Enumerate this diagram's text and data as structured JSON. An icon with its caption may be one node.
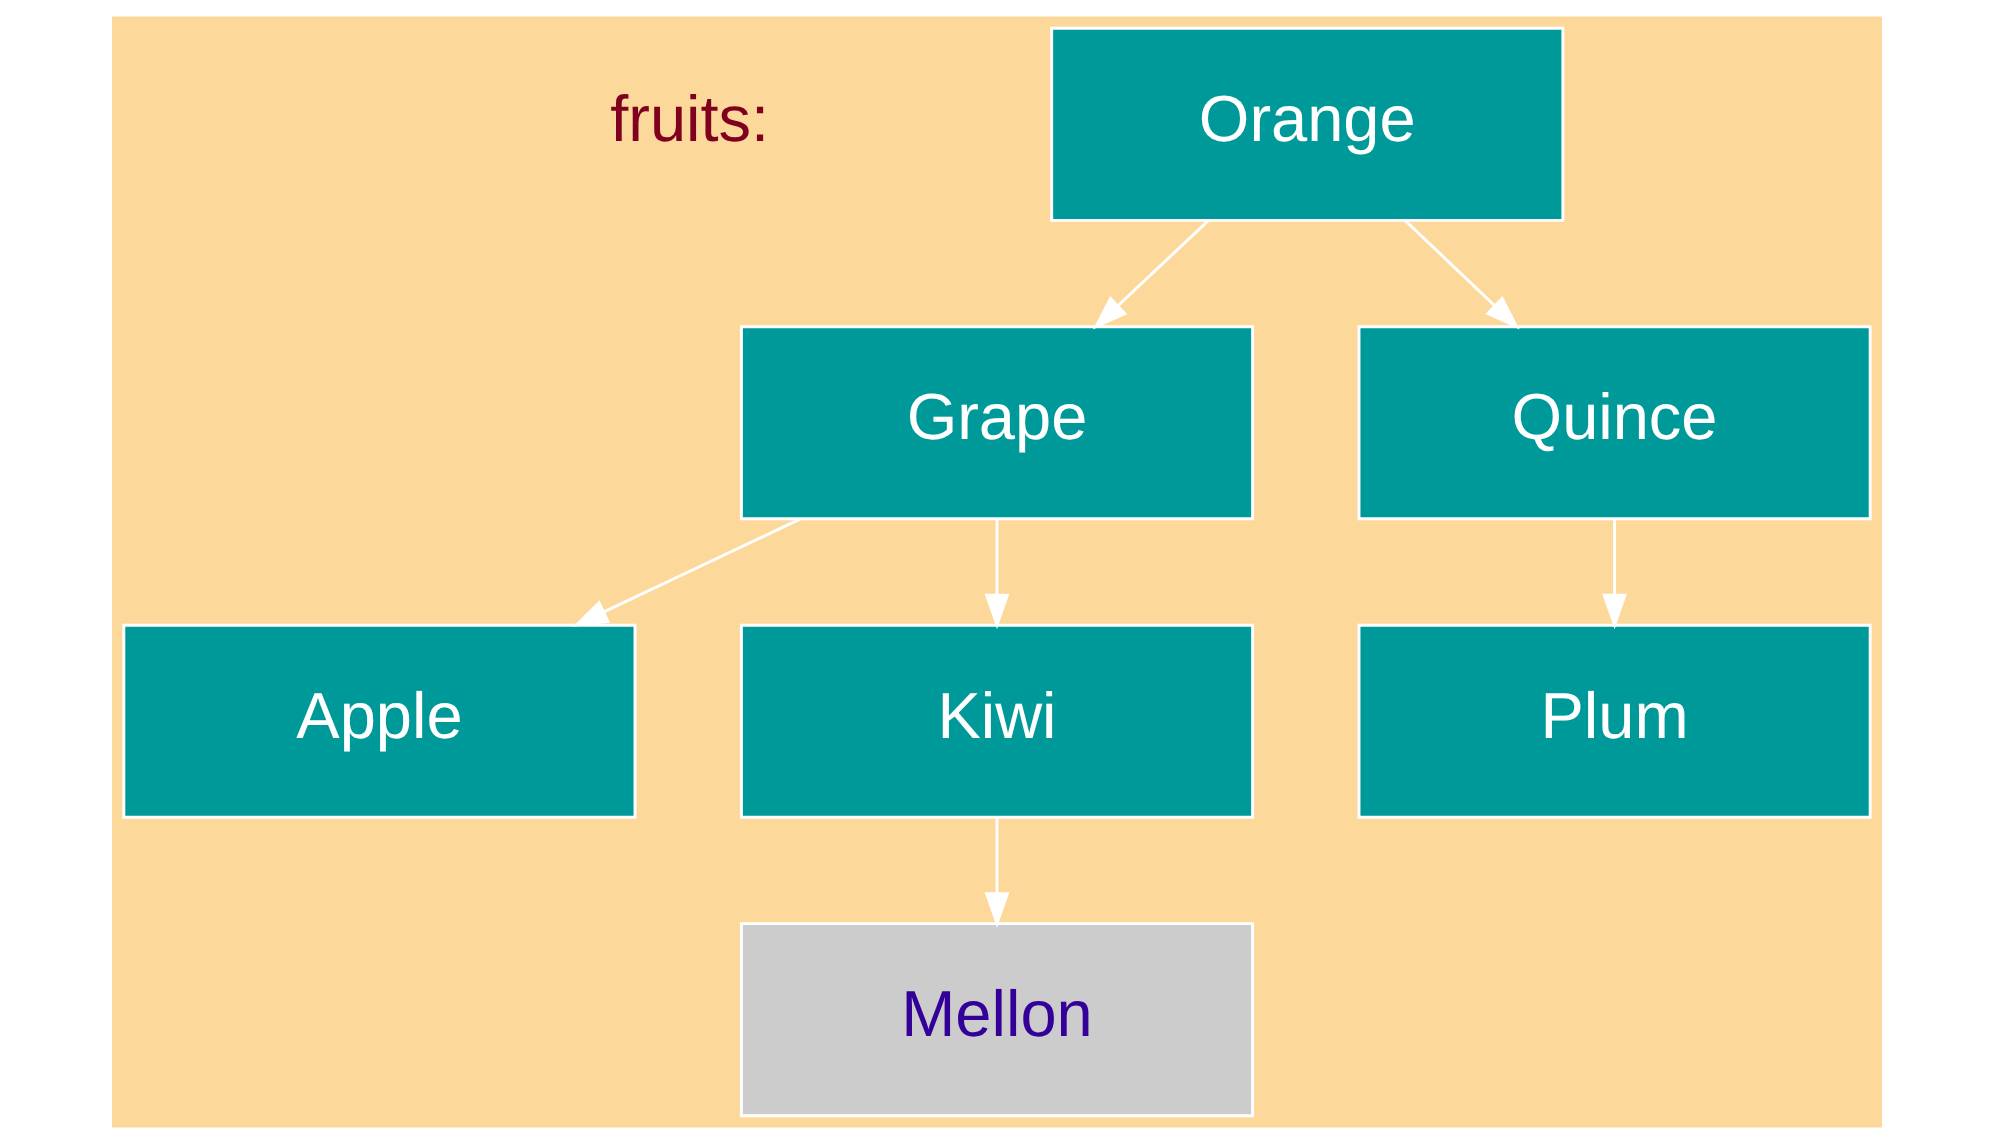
{
  "diagram": {
    "nodes": [
      {
        "text": [
          "Orange"
        ]
      },
      {
        "text": [
          "Grape"
        ]
      },
      {
        "text": [
          "Quince"
        ]
      },
      {
        "text": [
          "Apple"
        ]
      },
      {
        "text": [
          "Kiwi"
        ]
      },
      {
        "text": [
          "Plum"
        ]
      },
      {
        "text": [
          "Mellon"
        ]
      }
    ],
    "edges": [
      {
        "from": 0,
        "to": 1,
        "arrow": "to"
      },
      {
        "from": 0,
        "to": 2,
        "arrow": "to"
      },
      {
        "from": 1,
        "to": 3,
        "arrow": "to"
      },
      {
        "from": 1,
        "to": 4,
        "arrow": "to"
      },
      {
        "from": 2,
        "to": 5,
        "arrow": "to"
      },
      {
        "from": 4,
        "to": 6,
        "arrow": "to"
      }
    ],
    "labels": [
      "fruits:"
    ]
  }
}
